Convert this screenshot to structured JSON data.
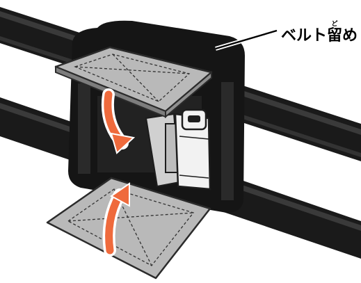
{
  "callout": {
    "label_before": "ベルト",
    "kanji": "留",
    "ruby": "ど",
    "label_after": "め"
  },
  "colors": {
    "belt": "#1a1a1a",
    "belt_highlight": "#3a3a3a",
    "flap": "#b9b9b9",
    "flap_edge": "#2b2b2b",
    "buckle_body": "#f2f2f2",
    "arrow": "#ef6a3c",
    "ink": "#000000"
  },
  "icons": {
    "upper_arrow": "curved-arrow-down-icon",
    "lower_arrow": "curved-arrow-up-icon"
  }
}
